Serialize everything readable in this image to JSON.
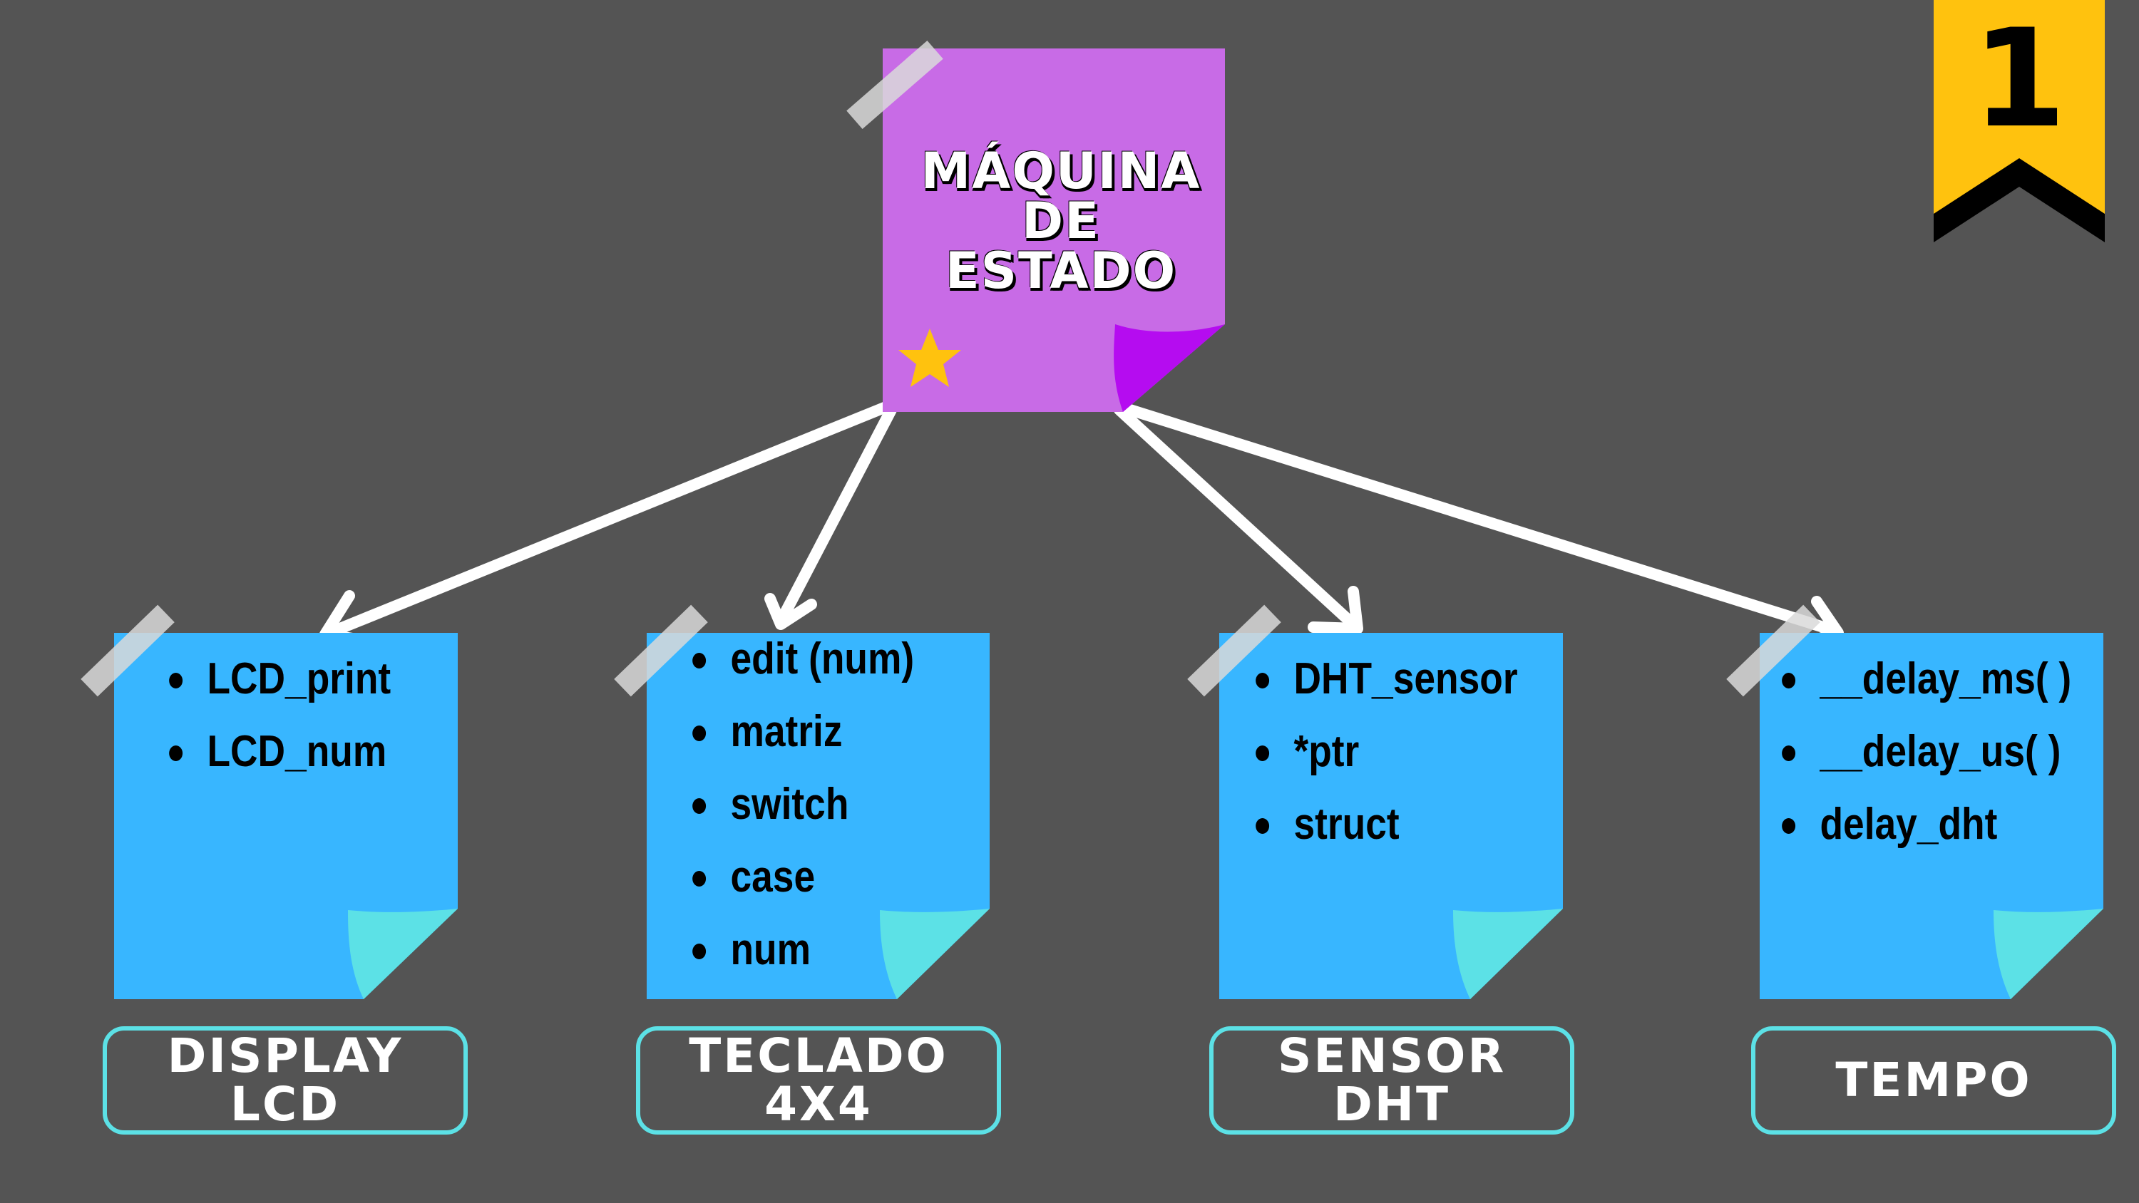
{
  "root": {
    "title_lines": [
      "MÁQUINA",
      "DE",
      "ESTADO"
    ],
    "color": "#c86be6",
    "fold_color": "#b50cf0",
    "star_color": "#ffc20e",
    "star_icon": "star-icon"
  },
  "nodes": [
    {
      "items": [
        "LCD_print",
        "LCD_num"
      ],
      "label_lines": [
        "DISPLAY",
        "LCD"
      ]
    },
    {
      "items": [
        "edit (num)",
        "matriz",
        "switch",
        "case",
        "num"
      ],
      "label_lines": [
        "TECLADO",
        "4X4"
      ]
    },
    {
      "items": [
        "DHT_sensor",
        "*ptr",
        "struct"
      ],
      "label_lines": [
        "SENSOR",
        "DHT"
      ]
    },
    {
      "items": [
        "__delay_ms( )",
        "__delay_us( )",
        "delay_dht"
      ],
      "label_lines": [
        "TEMPO"
      ]
    }
  ],
  "badge": {
    "number": "1",
    "color": "#ffc20e"
  },
  "colors": {
    "background": "#545454",
    "note": "#38b6ff",
    "note_fold": "#5ce1e6",
    "label_border": "#5ce1e6",
    "arrow": "#ffffff",
    "tape": "#d9d9d9"
  }
}
